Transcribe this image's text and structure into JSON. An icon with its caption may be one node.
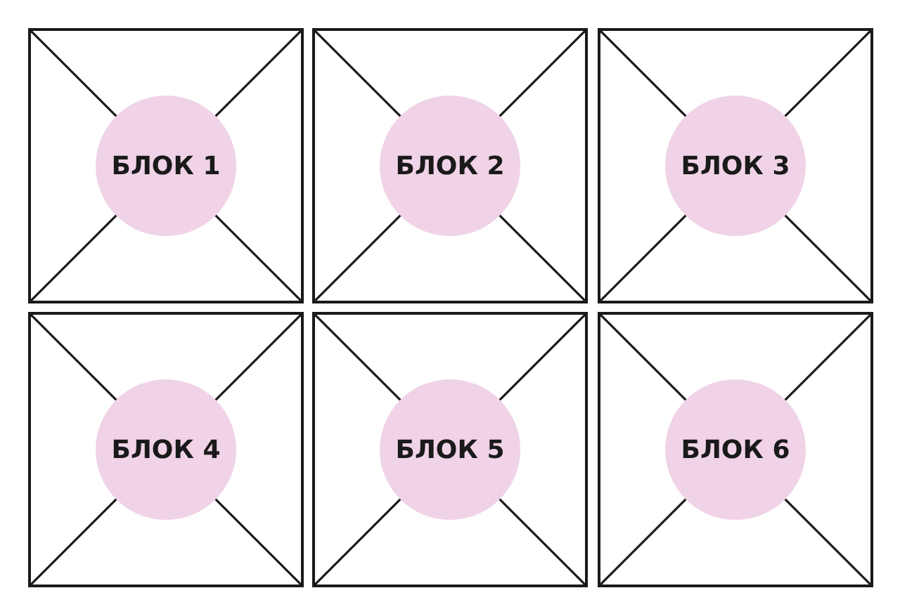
{
  "diagram": {
    "nodes": [
      {
        "text": [],
        "shape": "box"
      },
      {
        "text": [
          "БЛОК 1"
        ],
        "in": 0
      },
      {
        "text": [],
        "shape": "box"
      },
      {
        "text": [
          "БЛОК 2"
        ],
        "in": 2
      },
      {
        "text": [],
        "shape": "box"
      },
      {
        "text": [
          "БЛОК 3"
        ],
        "in": 4
      },
      {
        "text": [],
        "shape": "box"
      },
      {
        "text": [
          "БЛОК 4"
        ],
        "in": 6
      },
      {
        "text": [],
        "shape": "box"
      },
      {
        "text": [
          "БЛОК 5"
        ],
        "in": 8
      },
      {
        "text": [],
        "shape": "box"
      },
      {
        "text": [
          "БЛОК 6"
        ],
        "in": 10
      }
    ],
    "edges": []
  }
}
